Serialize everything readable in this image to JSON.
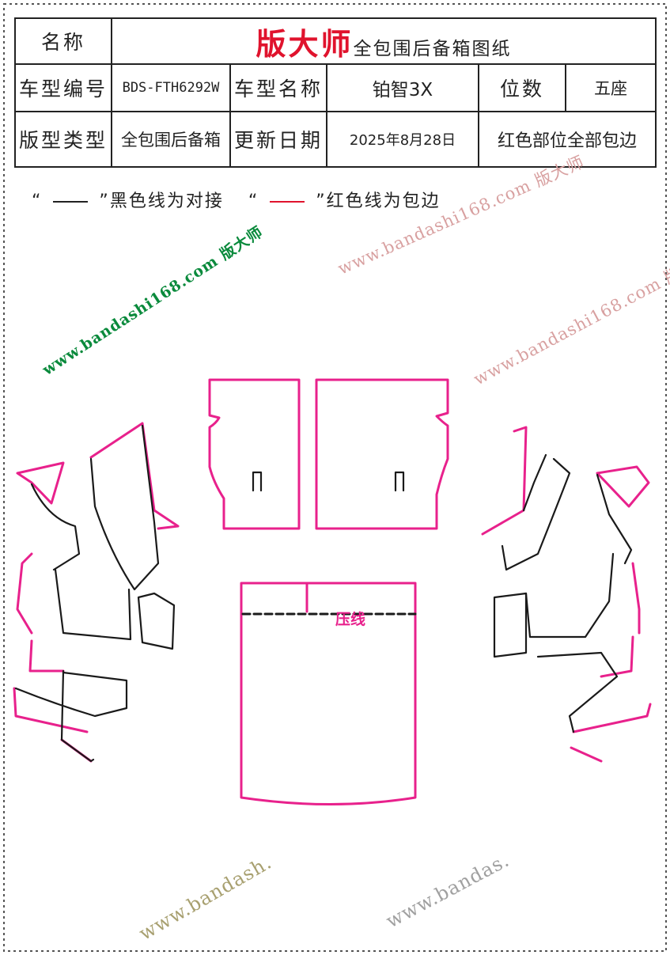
{
  "header": {
    "name_label": "名称",
    "brand": "版大师",
    "doc_title": "全包围后备箱图纸",
    "model_code_label": "车型编号",
    "model_code": "BDS-FTH6292W",
    "model_name_label": "车型名称",
    "model_name": "铂智3X",
    "seats_label": "位数",
    "seats": "五座",
    "style_label": "版型类型",
    "style": "全包围后备箱",
    "update_label": "更新日期",
    "update_date": "2025年8月28日",
    "note": "红色部位全部包边"
  },
  "legend": {
    "q_open": "“",
    "q_close": "”",
    "black_text": "黑色线为对接",
    "red_text": "红色线为包边"
  },
  "pattern": {
    "crease_label": "压线",
    "edge_color": "#e8218c",
    "seam_color": "#1a1a1a"
  },
  "watermarks": [
    {
      "text": "www.bandashi168.com 版大师",
      "color": "#d8a0a0"
    },
    {
      "text": "www.bandashi168.com 版大师",
      "color": "#0a8a3c"
    },
    {
      "text": "www.bandashi168.com 版大师",
      "color": "#d8a0a0"
    },
    {
      "text": "www.bandash.",
      "color": "#a8a070"
    },
    {
      "text": "www.bandas.",
      "color": "#a0a0a0"
    }
  ]
}
